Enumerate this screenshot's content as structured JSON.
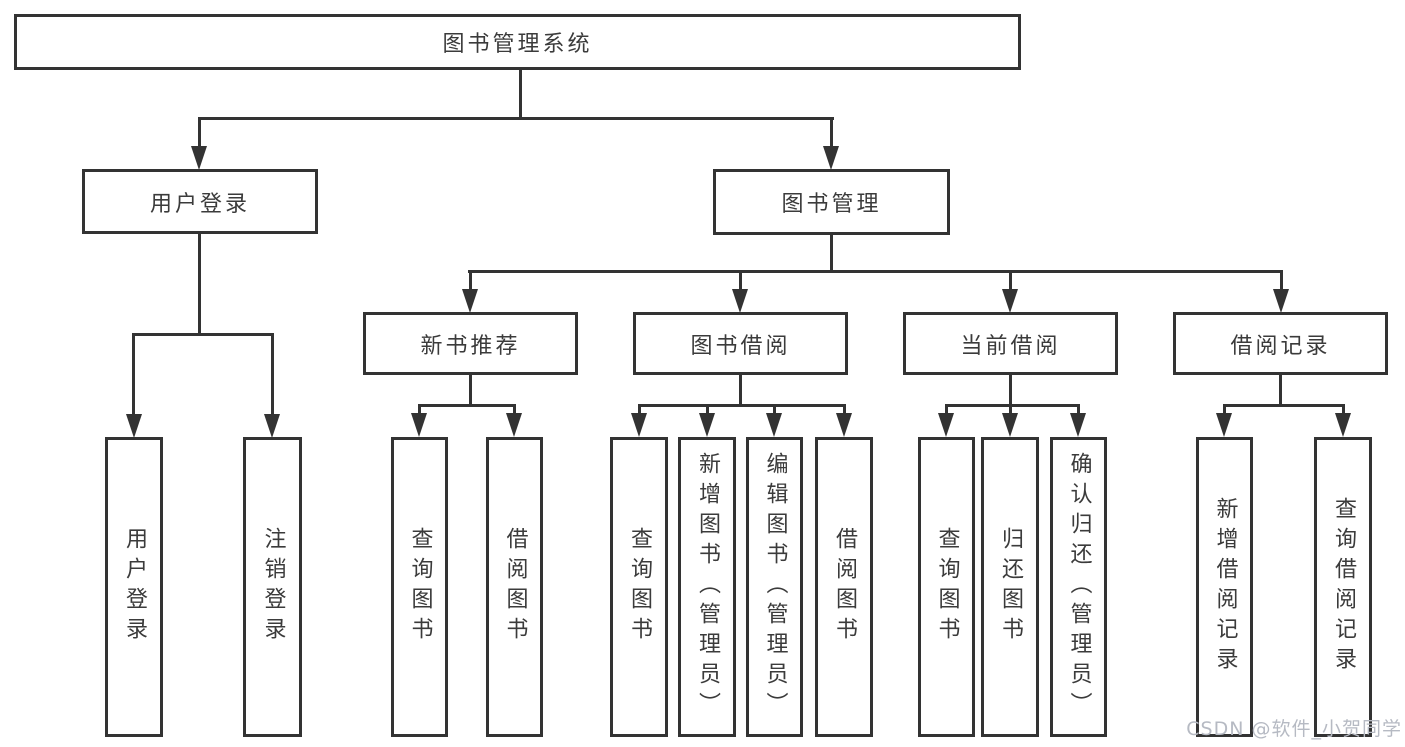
{
  "colors": {
    "line": "#333333",
    "text": "#3b3b3b",
    "watermark": "#b6bac3"
  },
  "root": {
    "label": "图书管理系统"
  },
  "level2": {
    "user_login": {
      "label": "用户登录"
    },
    "book_management": {
      "label": "图书管理"
    }
  },
  "level3": {
    "new_book_recommend": {
      "label": "新书推荐"
    },
    "book_borrowing": {
      "label": "图书借阅"
    },
    "current_borrowing": {
      "label": "当前借阅"
    },
    "borrowing_records": {
      "label": "借阅记录"
    }
  },
  "leaves": {
    "user_login": {
      "label": "用户登录"
    },
    "logout": {
      "label": "注销登录"
    },
    "rec_query_books": {
      "label": "查询图书"
    },
    "rec_borrow_books": {
      "label": "借阅图书"
    },
    "bor_query_books": {
      "label": "查询图书"
    },
    "bor_add_books": {
      "label": "新增图书（管理员）"
    },
    "bor_edit_books": {
      "label": "编辑图书（管理员）"
    },
    "bor_borrow_books": {
      "label": "借阅图书"
    },
    "cur_query_books": {
      "label": "查询图书"
    },
    "cur_return_books": {
      "label": "归还图书"
    },
    "cur_confirm_return": {
      "label": "确认归还（管理员）"
    },
    "log_add_record": {
      "label": "新增借阅记录"
    },
    "log_query_record": {
      "label": "查询借阅记录"
    }
  },
  "watermark": {
    "text": "CSDN @软件_小贺同学"
  }
}
